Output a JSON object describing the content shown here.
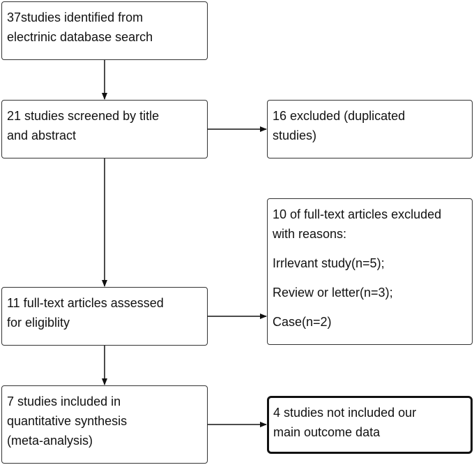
{
  "flowchart": {
    "identified": {
      "lines": [
        "37studies identified from",
        "electrinic database search"
      ]
    },
    "screened": {
      "lines": [
        "21 studies screened by title",
        "and abstract"
      ]
    },
    "excluded_duplicates": {
      "lines": [
        "16 excluded (duplicated",
        "studies)"
      ]
    },
    "fulltext_excluded": {
      "lines": [
        "10 of full-text articles excluded",
        "with reasons:"
      ],
      "reasons": [
        "Irrlevant study(n=5);",
        "Review or letter(n=3);",
        "Case(n=2)"
      ]
    },
    "assessed": {
      "lines": [
        "11 full-text articles assessed",
        "for eligiblity"
      ]
    },
    "included": {
      "lines": [
        "7 studies included in",
        "quantitative synthesis",
        "(meta-analysis)"
      ]
    },
    "not_included": {
      "lines": [
        "4 studies not included our",
        "main outcome data"
      ]
    }
  }
}
